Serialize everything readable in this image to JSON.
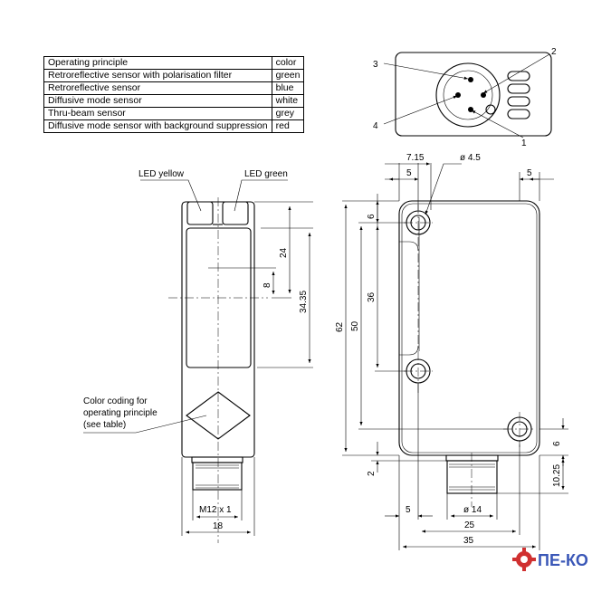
{
  "table": {
    "header": [
      "Operating principle",
      "color"
    ],
    "rows": [
      [
        "Retroreflective sensor with polarisation filter",
        "green"
      ],
      [
        "Retroreflective sensor",
        "blue"
      ],
      [
        "Diffusive mode sensor",
        "white"
      ],
      [
        "Thru-beam sensor",
        "grey"
      ],
      [
        "Diffusive mode sensor with background suppression",
        "red"
      ]
    ]
  },
  "connector": {
    "pins": [
      "1",
      "2",
      "3",
      "4"
    ]
  },
  "front": {
    "led_yellow": "LED yellow",
    "led_green": "LED green",
    "dims": {
      "d24": "24",
      "d8": "8",
      "d34_35": "34.35",
      "d18": "18",
      "thread": "M12 x 1"
    },
    "callout": [
      "Color coding for",
      "operating principle",
      "(see table)"
    ]
  },
  "side": {
    "dims": {
      "d7_15": "7.15",
      "d5_top": "5",
      "dia4_5": "ø 4.5",
      "d5_right": "5",
      "d6_top": "6",
      "d36": "36",
      "d50": "50",
      "d62": "62",
      "d6_bot": "6",
      "d2": "2",
      "d10_25": "10.25",
      "d5_bot": "5",
      "dia14": "ø 14",
      "d25": "25",
      "d35": "35"
    }
  },
  "logo": {
    "text": "ПЕ-КО",
    "accent": "#3a57b7",
    "gear": "#d03030"
  }
}
